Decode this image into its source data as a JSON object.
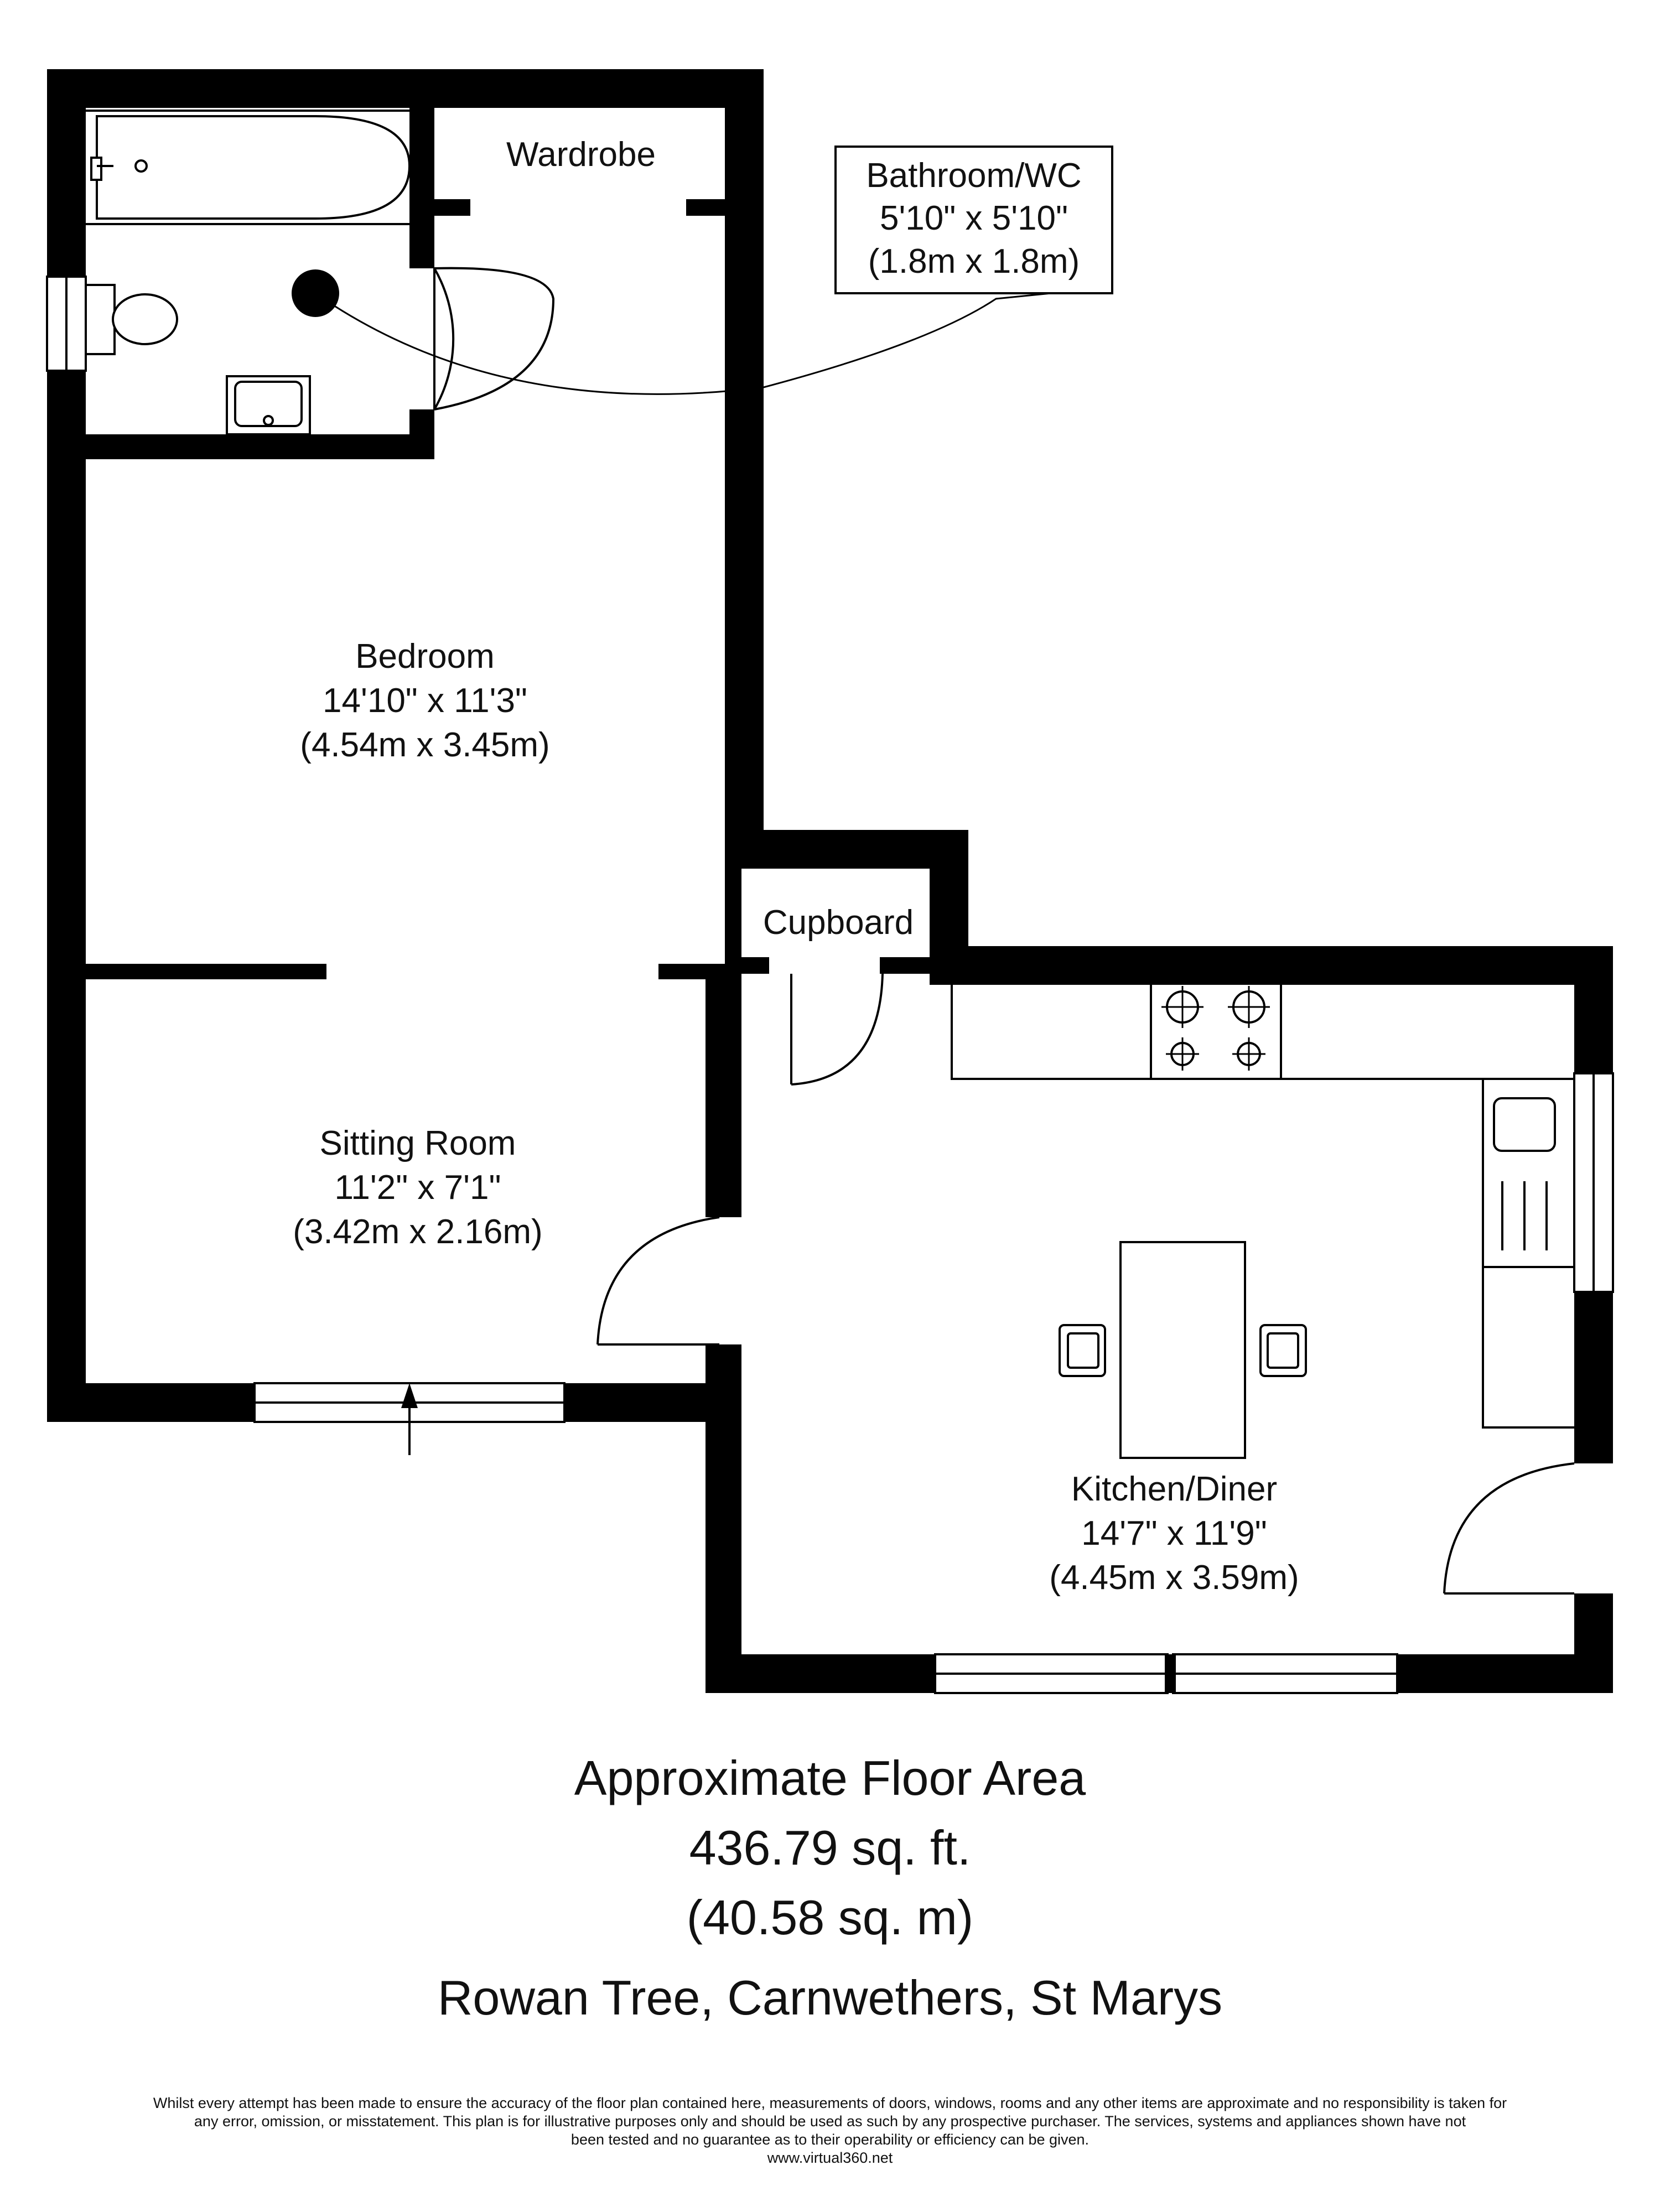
{
  "rooms": {
    "wardrobe": {
      "name": "Wardrobe"
    },
    "bathroom": {
      "name": "Bathroom/WC",
      "size_imperial": "5'10\" x 5'10\"",
      "size_metric": "(1.8m x 1.8m)"
    },
    "bedroom": {
      "name": "Bedroom",
      "size_imperial": "14'10\" x 11'3\"",
      "size_metric": "(4.54m x 3.45m)"
    },
    "cupboard": {
      "name": "Cupboard"
    },
    "sitting_room": {
      "name": "Sitting Room",
      "size_imperial": "11'2\" x 7'1\"",
      "size_metric": "(3.42m x 2.16m)"
    },
    "kitchen": {
      "name": "Kitchen/Diner",
      "size_imperial": "14'7\" x 11'9\"",
      "size_metric": "(4.45m x 3.59m)"
    }
  },
  "area": {
    "title": "Approximate Floor Area",
    "sq_ft": "436.79 sq. ft.",
    "sq_m": "(40.58 sq. m)"
  },
  "address": "Rowan Tree, Carnwethers, St Marys",
  "disclaimer": {
    "line1": "Whilst every attempt has been made to ensure the accuracy of the floor plan contained here, measurements of doors, windows, rooms and any other items  are approximate and no responsibility is taken for",
    "line2": "any error, omission, or misstatement. This plan is for illustrative purposes only and should be used as such by any prospective purchaser. The services, systems and appliances shown have not",
    "line3": "been tested and no guarantee as to their operability or efficiency can be given.",
    "line4": "www.virtual360.net"
  },
  "colors": {
    "walls": "#000000",
    "background": "#ffffff"
  }
}
